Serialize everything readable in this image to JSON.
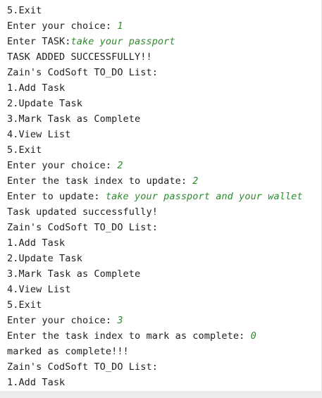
{
  "console": {
    "lines": [
      {
        "text": "5.Exit",
        "input": ""
      },
      {
        "text": "Enter your choice: ",
        "input": "1"
      },
      {
        "text": "Enter TASK:",
        "input": "take your passport"
      },
      {
        "text": "TASK ADDED SUCCESSFULLY!!",
        "input": ""
      },
      {
        "text": "Zain's CodSoft TO_DO List:",
        "input": ""
      },
      {
        "text": "1.Add Task",
        "input": ""
      },
      {
        "text": "2.Update Task",
        "input": ""
      },
      {
        "text": "3.Mark Task as Complete",
        "input": ""
      },
      {
        "text": "4.View List",
        "input": ""
      },
      {
        "text": "5.Exit",
        "input": ""
      },
      {
        "text": "Enter your choice: ",
        "input": "2"
      },
      {
        "text": "Enter the task index to update: ",
        "input": "2"
      },
      {
        "text": "Enter to update: ",
        "input": "take your passport and your wallet"
      },
      {
        "text": "Task updated successfully!",
        "input": ""
      },
      {
        "text": "Zain's CodSoft TO_DO List:",
        "input": ""
      },
      {
        "text": "1.Add Task",
        "input": ""
      },
      {
        "text": "2.Update Task",
        "input": ""
      },
      {
        "text": "3.Mark Task as Complete",
        "input": ""
      },
      {
        "text": "4.View List",
        "input": ""
      },
      {
        "text": "5.Exit",
        "input": ""
      },
      {
        "text": "Enter your choice: ",
        "input": "3"
      },
      {
        "text": "Enter the task index to mark as complete: ",
        "input": "0"
      },
      {
        "text": "marked as complete!!!",
        "input": ""
      },
      {
        "text": "Zain's CodSoft TO_DO List:",
        "input": ""
      },
      {
        "text": "1.Add Task",
        "input": ""
      },
      {
        "text": "2.Update Task",
        "input": ""
      }
    ],
    "colors": {
      "output": "#1e1e1e",
      "user_input": "#2e8b2e",
      "background": "#ffffff"
    }
  }
}
